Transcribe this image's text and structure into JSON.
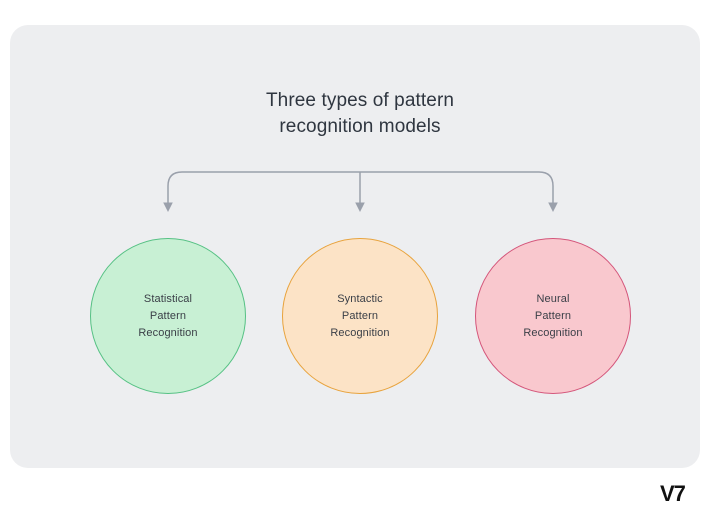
{
  "canvas": {
    "page_background": "#ffffff",
    "card_background": "#edeef0"
  },
  "diagram": {
    "title": "Three types of pattern\nrecognition models",
    "title_color": "#2f3640",
    "connector": {
      "line_color": "#9aa0ab",
      "arrow_count": 3
    },
    "nodes": [
      {
        "id": "statistical",
        "label": "Statistical\nPattern\nRecognition",
        "fill": "#c8f0d4",
        "stroke": "#56c184",
        "text_color": "#3a3f47"
      },
      {
        "id": "syntactic",
        "label": "Syntactic\nPattern\nRecognition",
        "fill": "#fce3c6",
        "stroke": "#e8a33d",
        "text_color": "#3a3f47"
      },
      {
        "id": "neural",
        "label": "Neural\nPattern\nRecognition",
        "fill": "#f9c8ce",
        "stroke": "#d4557a",
        "text_color": "#3a3f47"
      }
    ]
  },
  "branding": {
    "logo_text": "V7"
  }
}
